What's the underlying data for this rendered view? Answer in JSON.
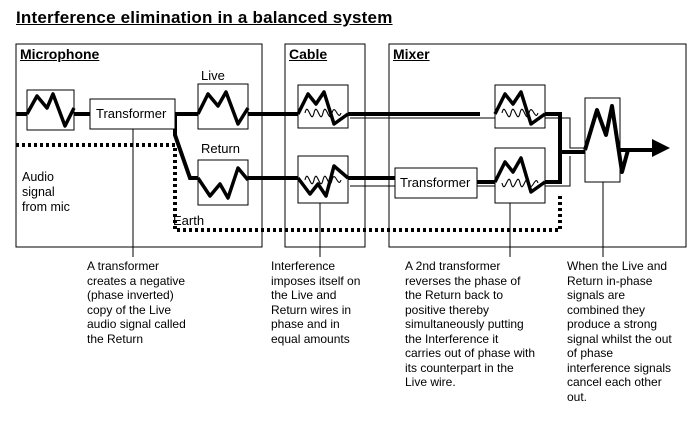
{
  "title": "Interference elimination in a balanced system",
  "sections": {
    "microphone": "Microphone",
    "cable": "Cable",
    "mixer": "Mixer"
  },
  "labels": {
    "transformer_1": "Transformer",
    "transformer_2": "Transformer",
    "live": "Live",
    "return": "Return",
    "earth": "Earth",
    "audio_signal": "Audio\nsignal\nfrom mic"
  },
  "captions": {
    "transformer": "A transformer\ncreates a negative\n(phase inverted)\ncopy of the Live\naudio signal called\nthe Return",
    "interference": "Interference\nimposes itself on\nthe Live and\nReturn wires in\nphase and in\nequal amounts",
    "second_transformer": "A 2nd transformer\nreverses the phase of\nthe Return back to\npositive thereby\nsimultaneously putting\nthe Interference it\ncarries out of phase with\nits counterpart in the\nLive wire.",
    "combined": "When the Live and\nReturn in-phase\nsignals are\ncombined they\nproduce a strong\nsignal whilst the out\nof phase\ninterference signals\ncancel each other\nout."
  },
  "icons": [
    "waveform-icon",
    "arrow-right-icon"
  ]
}
